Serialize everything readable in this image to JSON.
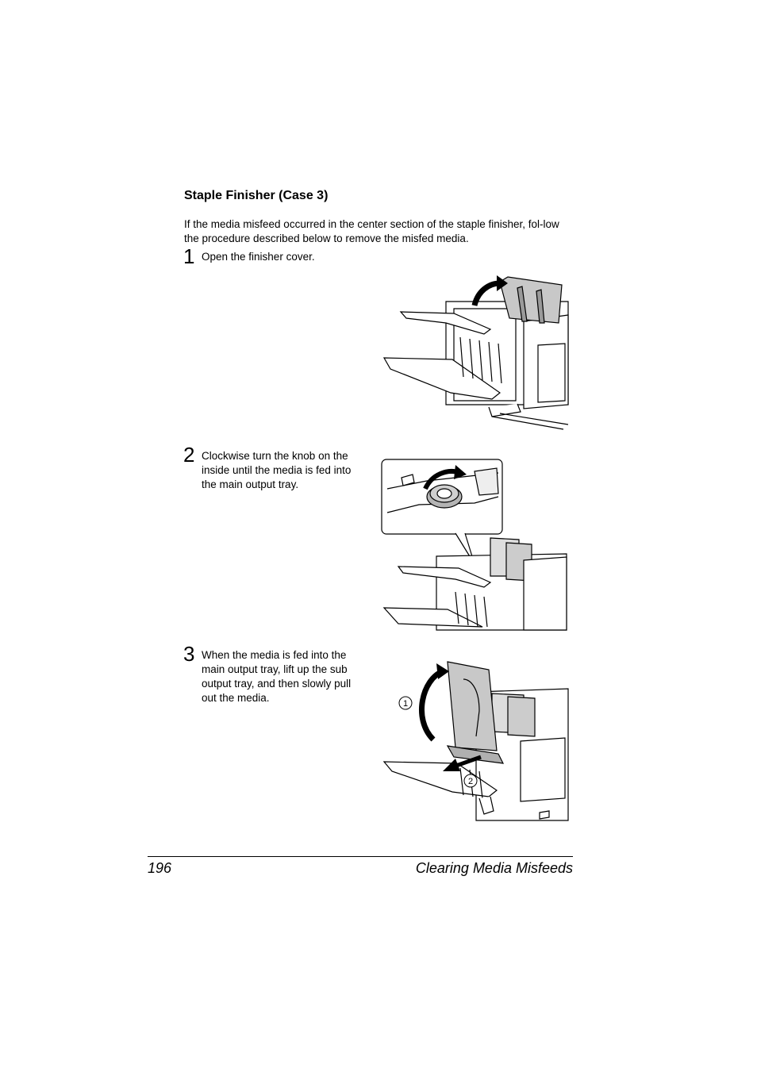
{
  "title": "Staple Finisher (Case 3)",
  "intro": "If the media misfeed occurred in the center section of the staple finisher, fol-low the procedure described below to remove the misfed media.",
  "steps": [
    {
      "number": "1",
      "text": "Open the finisher cover."
    },
    {
      "number": "2",
      "text": "Clockwise turn the knob on the inside until the media is fed into the main output tray."
    },
    {
      "number": "3",
      "text": "When the media is fed into the main output tray, lift up the sub output tray, and then slowly pull out the media."
    }
  ],
  "callouts": {
    "one": "1",
    "two": "2"
  },
  "footer": {
    "page_number": "196",
    "section": "Clearing Media Misfeeds"
  }
}
